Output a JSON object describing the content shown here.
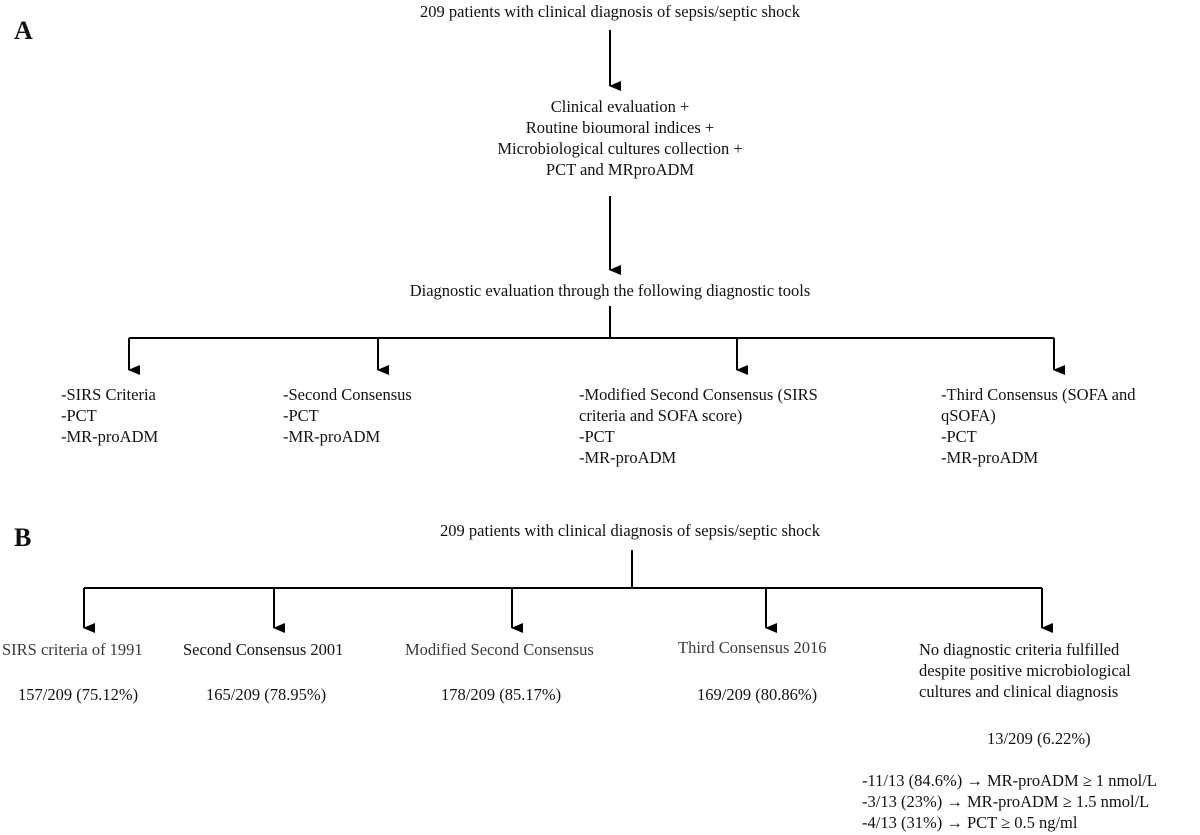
{
  "panel_a": {
    "label": "A",
    "top_box": "209 patients with clinical diagnosis of sepsis/septic shock",
    "evaluation_lines": [
      "Clinical evaluation +",
      "Routine bioumoral indices +",
      "Microbiological cultures collection +",
      "PCT and MRproADM"
    ],
    "diagnostic_box": "Diagnostic evaluation through the following diagnostic tools",
    "branches": [
      {
        "lines": [
          "-SIRS Criteria",
          "-PCT",
          "-MR-proADM"
        ]
      },
      {
        "lines": [
          "-Second Consensus",
          "-PCT",
          "-MR-proADM"
        ]
      },
      {
        "lines": [
          "-Modified Second Consensus (SIRS",
          "criteria and SOFA score)",
          "-PCT",
          "-MR-proADM"
        ]
      },
      {
        "lines": [
          "-Third Consensus (SOFA and",
          "qSOFA)",
          "-PCT",
          "-MR-proADM"
        ]
      }
    ]
  },
  "panel_b": {
    "label": "B",
    "top_box": "209 patients with clinical diagnosis of sepsis/septic shock",
    "branches": [
      {
        "title": "SIRS criteria of 1991",
        "count": "157/209 (75.12%)"
      },
      {
        "title": "Second Consensus 2001",
        "count": "165/209 (78.95%)"
      },
      {
        "title": "Modified Second Consensus",
        "count": "178/209 (85.17%)"
      },
      {
        "title": "Third Consensus 2016",
        "count": "169/209 (80.86%)"
      },
      {
        "title_lines": [
          "No diagnostic criteria fulfilled",
          "despite positive microbiological",
          "cultures and clinical diagnosis"
        ],
        "count": "13/209 (6.22%)"
      }
    ],
    "findings": [
      "-11/13 (84.6%) → MR-proADM ≥ 1 nmol/L",
      "-3/13 (23%) → MR-proADM ≥ 1.5 nmol/L",
      "-4/13 (31%) → PCT ≥ 0.5 ng/ml"
    ]
  }
}
